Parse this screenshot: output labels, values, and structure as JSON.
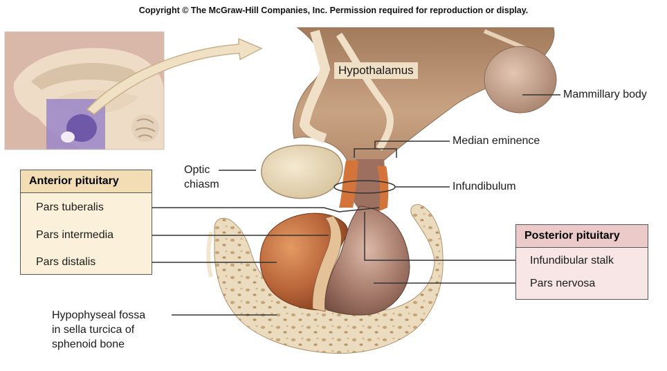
{
  "copyright": "Copyright © The McGraw-Hill Companies, Inc. Permission required for reproduction or display.",
  "labels": {
    "hypothalamus": "Hypothalamus",
    "mammillary_body": "Mammillary body",
    "median_eminence": "Median eminence",
    "optic_chiasm_line1": "Optic",
    "optic_chiasm_line2": "chiasm",
    "infundibulum": "Infundibulum",
    "fossa_line1": "Hypophyseal fossa",
    "fossa_line2": "in sella turcica of",
    "fossa_line3": "sphenoid bone"
  },
  "anterior_pituitary": {
    "title": "Anterior pituitary",
    "items": [
      "Pars tuberalis",
      "Pars intermedia",
      "Pars distalis"
    ]
  },
  "posterior_pituitary": {
    "title": "Posterior pituitary",
    "items": [
      "Infundibular stalk",
      "Pars nervosa"
    ]
  },
  "colors": {
    "anterior_lobe": "#b8653a",
    "posterior_lobe": "#a57a6a",
    "hypothalamus_tissue": "#c8a382",
    "bone": "#ecdcbf",
    "anterior_box": "#f2ddb4",
    "posterior_box": "#eccaca"
  }
}
